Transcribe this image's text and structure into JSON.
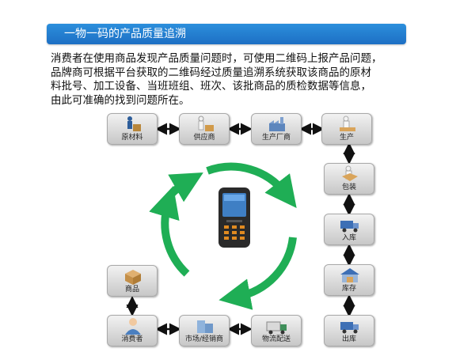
{
  "title": "一物一码的产品质量追溯",
  "description_lines": [
    "消费者在使用商品发现产品质量问题时，可使用二维码上报产品问题，",
    "品牌商可根据平台获取的二维码经过质量追溯系统获取该商品的原材",
    "料批号、加工设备、当班班组、班次、该批商品的质检数据等信息，",
    "由此可准确的找到问题所在。"
  ],
  "nodes": {
    "raw_material": "原材料",
    "supplier": "供应商",
    "manufacturer": "生产厂商",
    "production": "生产",
    "packaging": "包装",
    "warehouse_in": "入库",
    "inventory": "库存",
    "warehouse_out": "出库",
    "logistics": "物流配送",
    "market": "市场/经销商",
    "consumer": "消费者",
    "goods": "商品"
  },
  "colors": {
    "title_bar": "#1d6fc4",
    "cycle_arrows": "#1fae55",
    "connectors": "#111111"
  }
}
